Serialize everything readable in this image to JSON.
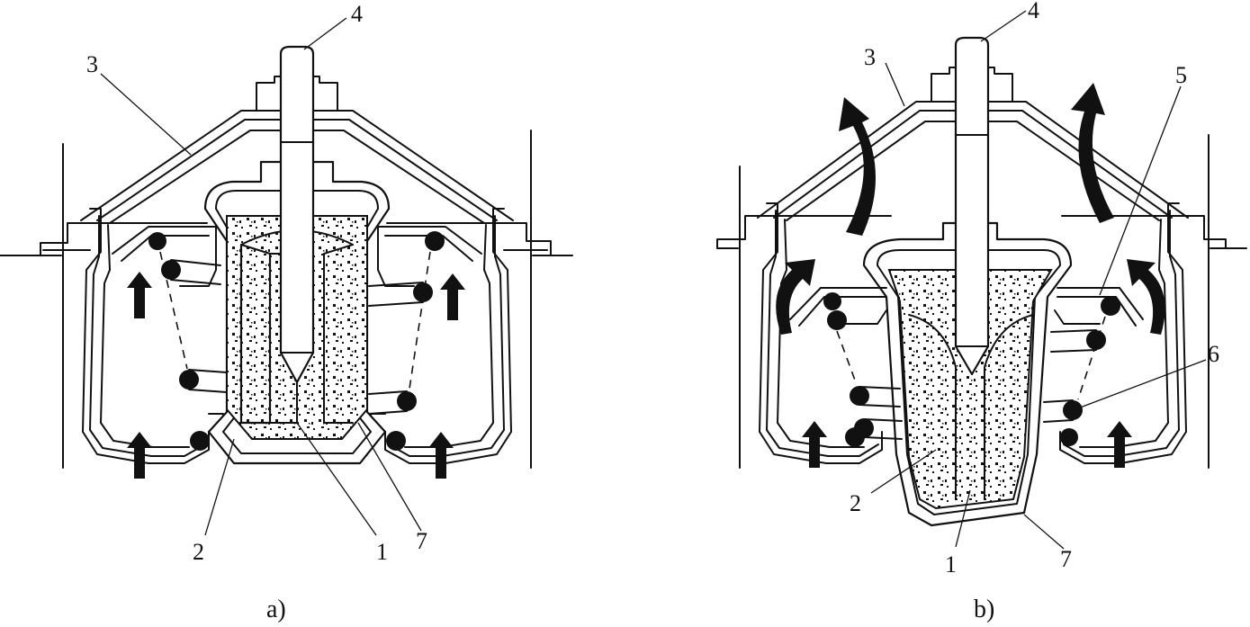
{
  "diagram_a": {
    "caption": "a)",
    "labels": {
      "l4": "4",
      "l3": "3",
      "l2": "2",
      "l1": "1",
      "l7": "7"
    }
  },
  "diagram_b": {
    "caption": "b)",
    "labels": {
      "l4": "4",
      "l3": "3",
      "l5": "5",
      "l6": "6",
      "l2": "2",
      "l1": "1",
      "l7": "7"
    }
  }
}
